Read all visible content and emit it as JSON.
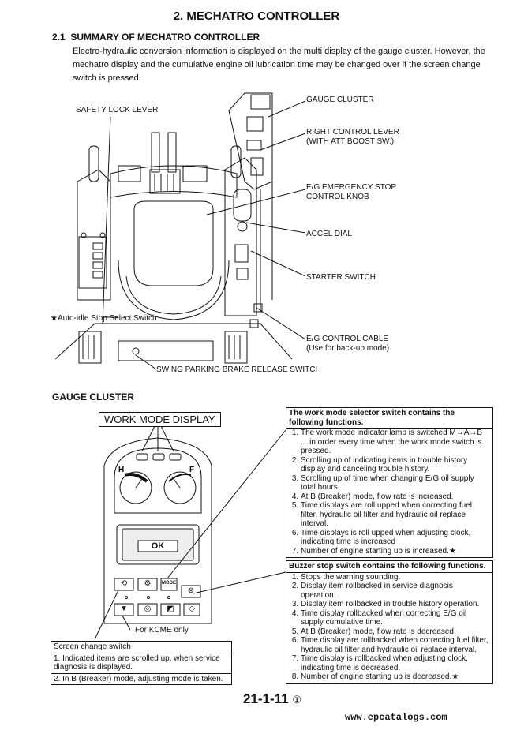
{
  "page": {
    "title": "2. MECHATRO CONTROLLER",
    "section_number": "2.1",
    "section_title": "SUMMARY OF MECHATRO CONTROLLER",
    "intro": "Electro-hydraulic conversion information is displayed on the multi display of the gauge cluster. However, the mechatro display and the cumulative engine oil lubrication time may be changed over if the screen change switch is pressed."
  },
  "cab_labels": {
    "safety_lock_lever": "SAFETY LOCK LEVER",
    "gauge_cluster": "GAUGE CLUSTER",
    "right_control_lever": "RIGHT CONTROL LEVER",
    "right_control_lever_sub": "(WITH ATT BOOST SW.)",
    "eg_emergency_stop": "E/G EMERGENCY STOP",
    "eg_emergency_stop_sub": "CONTROL KNOB",
    "accel_dial": "ACCEL DIAL",
    "starter_switch": "STARTER SWITCH",
    "auto_idle": "★Auto-idle Stop Select Switch",
    "eg_control_cable": "E/G CONTROL CABLE",
    "eg_control_cable_sub": "(Use for back-up mode)",
    "swing_parking": "SWING PARKING BRAKE RELEASE SWITCH"
  },
  "gauge_section": {
    "heading": "GAUGE CLUSTER",
    "work_mode_display": "WORK MODE DISPLAY",
    "ok_label": "OK",
    "mode_label": "MODE",
    "h_label": "H",
    "f_label": "F",
    "kcme_note": "For KCME only"
  },
  "screen_change_box": {
    "title": "Screen change switch",
    "items": [
      "1. Indicated items are scrolled up, when service diagnosis is displayed.",
      "2. In B (Breaker) mode, adjusting mode is taken."
    ]
  },
  "work_mode_box": {
    "title": "The work mode selector switch contains the following functions.",
    "items": [
      "The work mode indicator lamp is switched M→A→B ....in order every time when the work mode switch is pressed.",
      "Scrolling up of indicating items in trouble history display and canceling trouble history.",
      "Scrolling up of time when changing E/G oil supply total hours.",
      "At B (Breaker) mode, flow rate is increased.",
      "Time displays are roll upped when correcting fuel filter, hydraulic oil filter and hydraulic oil replace interval.",
      "Time displays is roll upped when adjusting clock, indicating time is increased",
      "Number of engine starting up is increased.★"
    ]
  },
  "buzzer_box": {
    "title": "Buzzer stop switch contains the following functions.",
    "items": [
      "Stops the warning sounding.",
      "Display item rollbacked in service diagnosis operation.",
      "Display item rollbacked in trouble history operation.",
      "Time display rollbacked when correcting E/G oil supply cumulative time.",
      "At B (Breaker) mode, flow rate is decreased.",
      "Time display are rollbacked when correcting fuel filter, hydraulic oil filter and hydraulic oil replace interval.",
      "Time display is rollbacked when adjusting clock, indicating time is decreased.",
      "Number of engine starting up is decreased.★"
    ]
  },
  "footer": {
    "page_number": "21-1-11",
    "page_suffix": "①",
    "url": "www.epcatalogs.com"
  }
}
